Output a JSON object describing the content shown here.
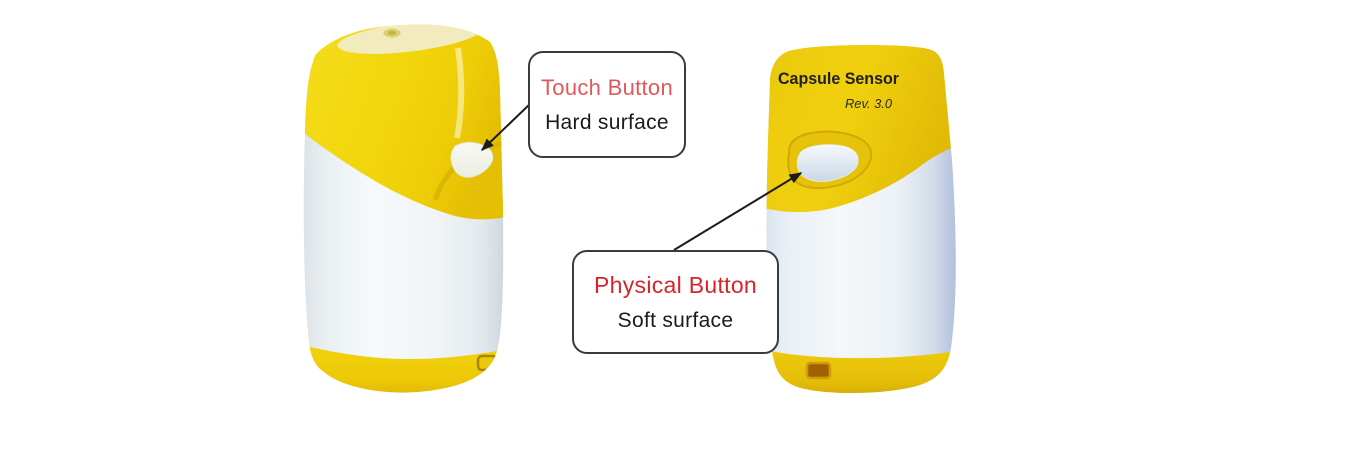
{
  "devices": {
    "left": {
      "alt": "capsule-sensor-side-photo"
    },
    "right": {
      "alt": "capsule-sensor-front-photo",
      "print_title": "Capsule Sensor",
      "print_revision": "Rev. 3.0"
    }
  },
  "callouts": {
    "touch": {
      "title": "Touch Button",
      "subtitle": "Hard surface"
    },
    "physical": {
      "title": "Physical Button",
      "subtitle": "Soft surface"
    }
  },
  "colors": {
    "device_yellow": "#f2d40e",
    "device_yellow_deep": "#e2bd06",
    "cap_top_surface": "#f0eab8",
    "body_white_left": "#f2f6f8",
    "body_white_right": "#eaf1f7",
    "body_edge_blue": "#b3c2de",
    "button_left": "#f3f5ec",
    "button_right": "#d9e5ef",
    "print_text": "#21201e",
    "touch_title_red": "#e0585d",
    "physical_title_red": "#d9232a",
    "callout_text": "#1b1b1b",
    "callout_border": "#3b3b3b",
    "arrow_black": "#1c1c1c"
  }
}
